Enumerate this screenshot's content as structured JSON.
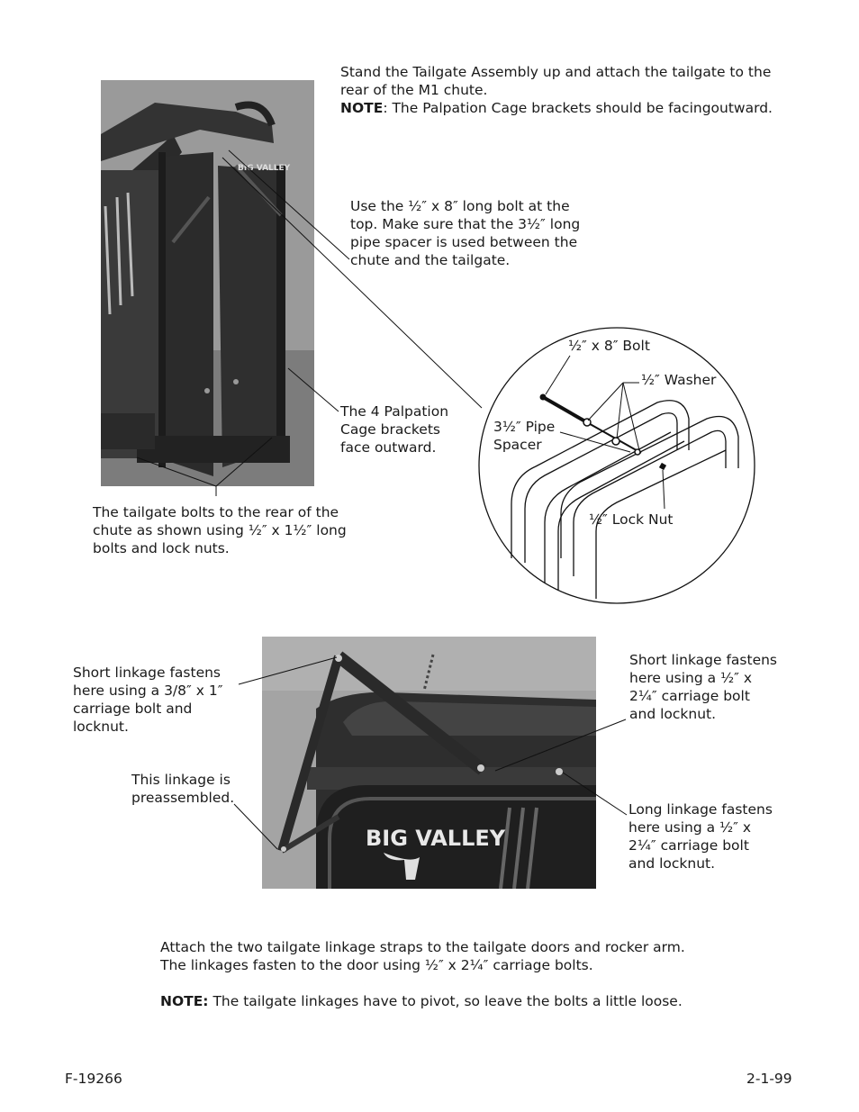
{
  "top_section": {
    "intro_line1": "Stand the Tailgate Assembly up and attach the tailgate to the",
    "intro_line2": "rear of the M1 chute.",
    "note_label": "NOTE",
    "note_text": ": The Palpation Cage brackets should be facingoutward.",
    "bolt_callout": "Use the ½″ x 8″ long bolt at the\ntop. Make sure that the 3½″ long\npipe spacer is used between the\nchute and the tailgate.",
    "bracket_callout": "The 4 Palpation\nCage  brackets\nface outward.",
    "tailgate_callout": "The tailgate bolts to the rear of the\nchute as shown using ½″ x 1½″ long\nbolts and lock nuts.",
    "detail_labels": {
      "bolt": "½″ x 8″ Bolt",
      "washer": "½″ Washer",
      "spacer": "3½″ Pipe\nSpacer",
      "locknut": "½″ Lock Nut"
    }
  },
  "middle_section": {
    "short_left": "Short linkage fastens\nhere using a 3/8″ x 1″\ncarriage bolt and\nlocknut.",
    "preassembled": "This linkage is\npreassembled.",
    "short_right": "Short linkage fastens\nhere using a ½″ x\n2¼″ carriage bolt\nand locknut.",
    "long_right": "Long linkage fastens\nhere using a ½″ x\n2¼″ carriage bolt\nand locknut.",
    "brand_text": "BIG VALLEY"
  },
  "bottom_section": {
    "line1": "Attach the two tailgate linkage straps to the tailgate doors and rocker arm.",
    "line2": "The linkages fasten to the door using ½″ x 2¼″ carriage bolts.",
    "note_label": "NOTE:",
    "note_text": " The tailgate linkages have to pivot, so leave the bolts a little loose."
  },
  "footer": {
    "form_number": "F-19266",
    "date": "2-1-99"
  }
}
